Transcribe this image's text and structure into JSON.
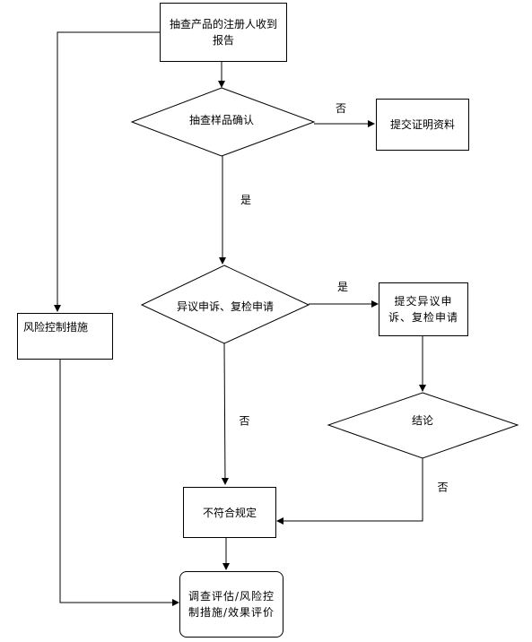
{
  "nodes": {
    "start": "抽查产品的注册人收到报告",
    "confirm": "抽查样品确认",
    "submit_proof": "提交证明资料",
    "risk_control": "风险控制措施",
    "objection": "异议申诉、复检申请",
    "submit_objection": "提交异议申诉、复检申请",
    "conclusion": "结论",
    "noncompliant": "不符合规定",
    "evaluate": "调查评估/风险控制措施/效果评价"
  },
  "labels": {
    "no_1": "否",
    "yes_1": "是",
    "yes_2": "是",
    "no_2": "否",
    "no_3": "否"
  },
  "colors": {
    "line": "#000000",
    "fill": "#ffffff"
  }
}
